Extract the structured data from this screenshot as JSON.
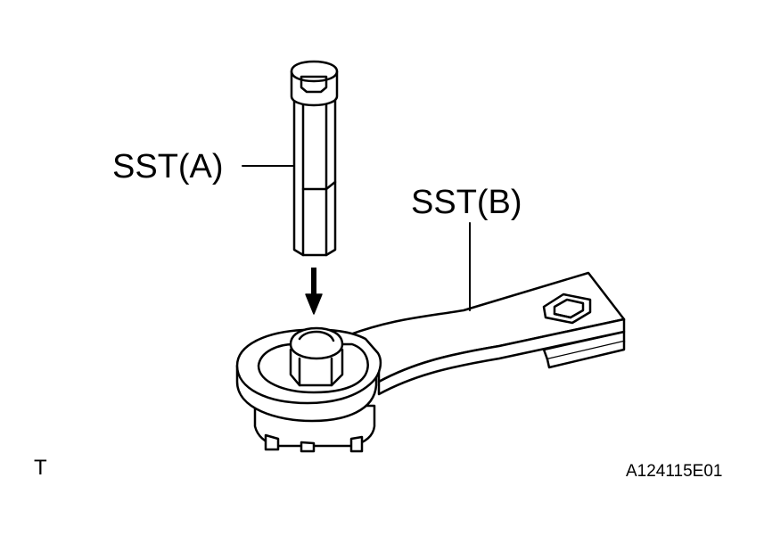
{
  "labels": {
    "sst_a": "SST(A)",
    "sst_b": "SST(B)",
    "corner_mark": "T",
    "figure_code": "A124115E01"
  },
  "colors": {
    "ink": "#000000",
    "paper": "#ffffff"
  }
}
